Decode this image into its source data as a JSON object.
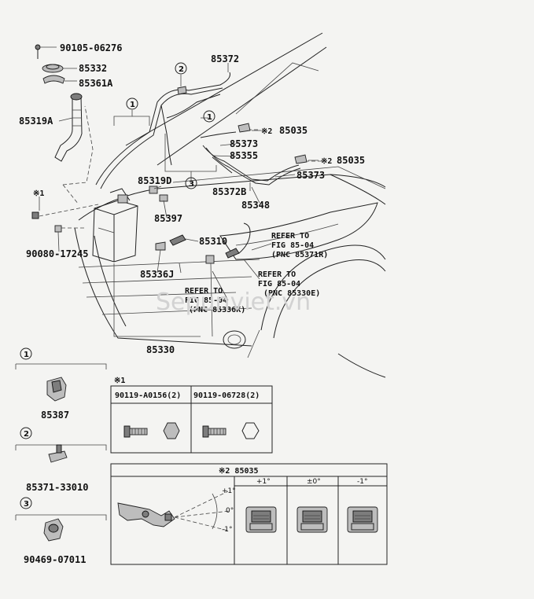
{
  "labels": {
    "p90105": "90105-06276",
    "p85332": "85332",
    "p85361a": "85361A",
    "p85319a": "85319A",
    "p85372": "85372",
    "p85035a": "85035",
    "p85373a": "85373",
    "p85355": "85355",
    "p85035b": "85035",
    "p85373b": "85373",
    "p85372b": "85372B",
    "p85348": "85348",
    "p85319d": "85319D",
    "p85397": "85397",
    "p85310": "85310",
    "p90080": "90080-17245",
    "p85336j": "85336J",
    "p85330": "85330",
    "p85387": "85387",
    "p85371": "85371-33010",
    "p90469": "90469-07011"
  },
  "markers": {
    "asterisk1": "※1",
    "asterisk2": "※2"
  },
  "circles": [
    "1",
    "2",
    "3"
  ],
  "refer1": [
    "REFER TO",
    "FIG 85-04",
    "(PNC 85371R)"
  ],
  "refer2": [
    "REFER TO",
    "FIG 85-04",
    "(PNC 85330E)"
  ],
  "refer3": [
    "REFER TO",
    "FIG 85-04",
    "(PNC 85336K)"
  ],
  "bolt_table": {
    "title": "※1",
    "col1": "90119-A0156(2)",
    "col2": "90119-06728(2)"
  },
  "nozzle_table": {
    "title": "※2 85035",
    "headers": [
      "+1°",
      "±0°",
      "-1°"
    ],
    "angle_labels": [
      "+1°",
      "0°",
      "-1°"
    ]
  },
  "watermark": "Sepunviet.vn",
  "icons": {
    "bolt": "bolt-icon",
    "nut": "hex-nut-icon",
    "nozzle": "washer-nozzle-icon"
  }
}
